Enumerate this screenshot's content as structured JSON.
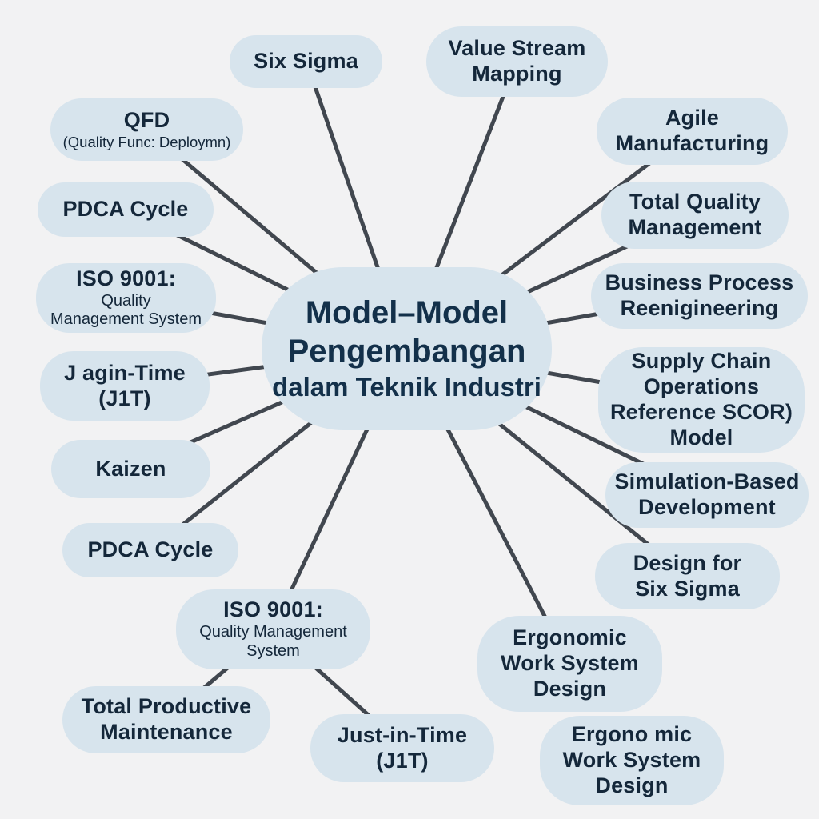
{
  "theme": {
    "background": "#f2f2f3",
    "node_fill": "#d7e4ed",
    "text": "#14273a",
    "connector": "#41474f"
  },
  "center": {
    "line1": "Model–Model",
    "line2": "Pengembangan",
    "line3": "dalam Teknik Industri"
  },
  "nodes": {
    "six_sigma": {
      "line1": "Six Sigma"
    },
    "value_stream": {
      "line1": "Value Stream",
      "line2": "Mapping"
    },
    "qfd": {
      "line1": "QFD",
      "line2": "(Quality Func: Deploymn)"
    },
    "agile": {
      "line1": "Agile",
      "line2": "Manufacτuring"
    },
    "pdca_top": {
      "line1": "PDCA Cycle"
    },
    "tqm": {
      "line1": "Total Quality",
      "line2": "Management"
    },
    "iso_left": {
      "line1": "ISO 9001:",
      "line2": "Quality",
      "line3": "Management System"
    },
    "bpr": {
      "line1": "Business Process",
      "line2": "Reenigineering"
    },
    "jit_left": {
      "line1": "J agin-Time",
      "line2": "(J1T)"
    },
    "scor": {
      "line1": "Supply Chain",
      "line2": "Operations",
      "line3": "Reference SCOR)",
      "line4": "Model"
    },
    "kaizen": {
      "line1": "Kaizen"
    },
    "simulation": {
      "line1": "Simulation-Based",
      "line2": "Development"
    },
    "pdca_bottom": {
      "line1": "PDCA Cycle"
    },
    "dfss": {
      "line1": "Design for",
      "line2": "Six Sigma"
    },
    "iso_bottom": {
      "line1": "ISO 9001:",
      "line2": "Quality Management",
      "line3": "System"
    },
    "ergonomic_right": {
      "line1": "Ergonomic",
      "line2": "Work System",
      "line3": "Design"
    },
    "tpm": {
      "line1": "Total Productive",
      "line2": "Maintenance"
    },
    "jit_bottom": {
      "line1": "Just-in-Time",
      "line2": "(J1T)"
    },
    "ergonomic_far": {
      "line1": "Ergono mic",
      "line2": "Work System",
      "line3": "Design"
    }
  }
}
